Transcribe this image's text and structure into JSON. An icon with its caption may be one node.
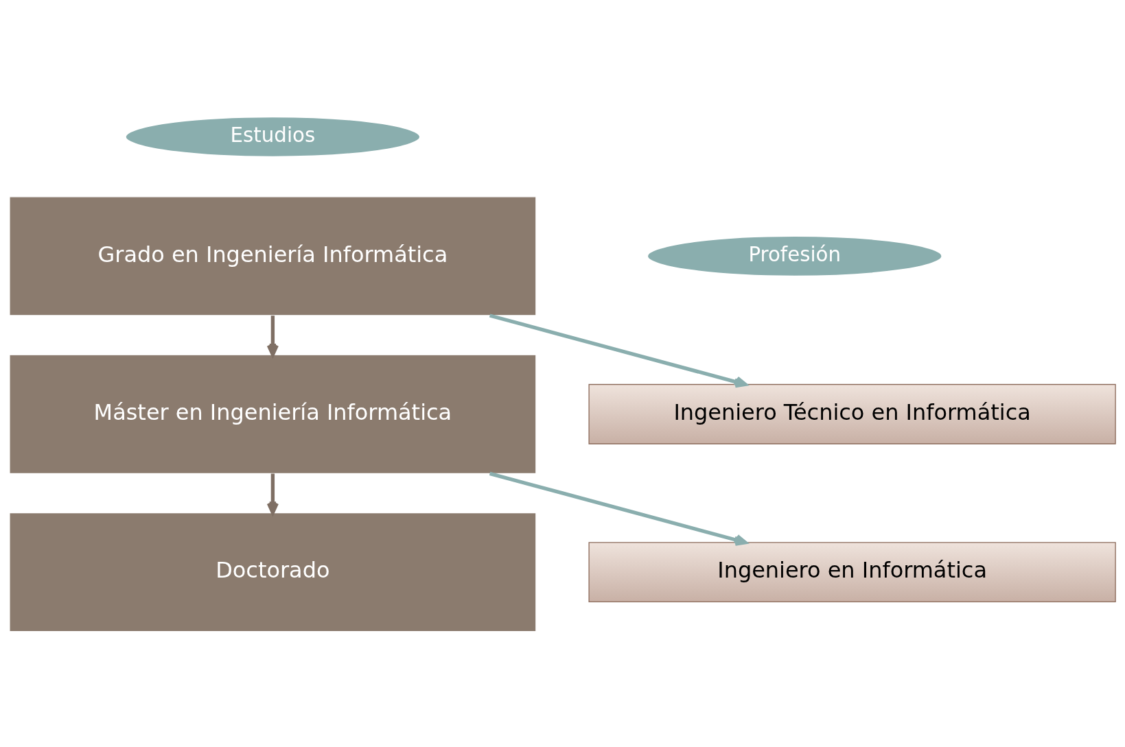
{
  "diagram": {
    "nodes": [
      {
        "text": [
          "Estudios"
        ]
      },
      {
        "text": [
          "Grado en Ingeniería Informática"
        ]
      },
      {
        "text": [
          "Profesión"
        ]
      },
      {
        "text": [
          "Ingeniero Técnico en Informática"
        ]
      },
      {
        "text": [
          "Máster en Ingeniería Informática"
        ]
      },
      {
        "text": [
          "Ingeniero en Informática"
        ]
      },
      {
        "text": [
          "Doctorado"
        ]
      }
    ],
    "edges": [
      {
        "from": 1,
        "to": 4,
        "arrow": "to",
        "color": "#7f6f64"
      },
      {
        "from": 1,
        "to": 3,
        "arrow": "to",
        "color": "#8aaeae"
      },
      {
        "from": 4,
        "to": 6,
        "arrow": "to",
        "color": "#7f6f64"
      },
      {
        "from": 4,
        "to": 5,
        "arrow": "to",
        "color": "#8aaeae"
      }
    ]
  }
}
